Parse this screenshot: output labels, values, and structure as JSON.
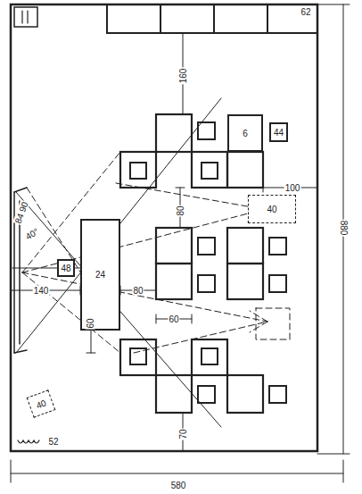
{
  "diagram": {
    "nodes": [
      {
        "text": [
          "6"
        ]
      },
      {
        "text": [
          "44"
        ]
      },
      {
        "text": [
          "40"
        ]
      },
      {
        "text": [
          "24"
        ]
      },
      {
        "text": [
          "48"
        ]
      },
      {
        "text": [
          "40"
        ]
      }
    ],
    "labels": [
      "62",
      "160",
      "84 90",
      "100",
      "80",
      "40°",
      "140",
      "80",
      "60",
      "60",
      "70",
      "52",
      "880",
      "580"
    ]
  }
}
